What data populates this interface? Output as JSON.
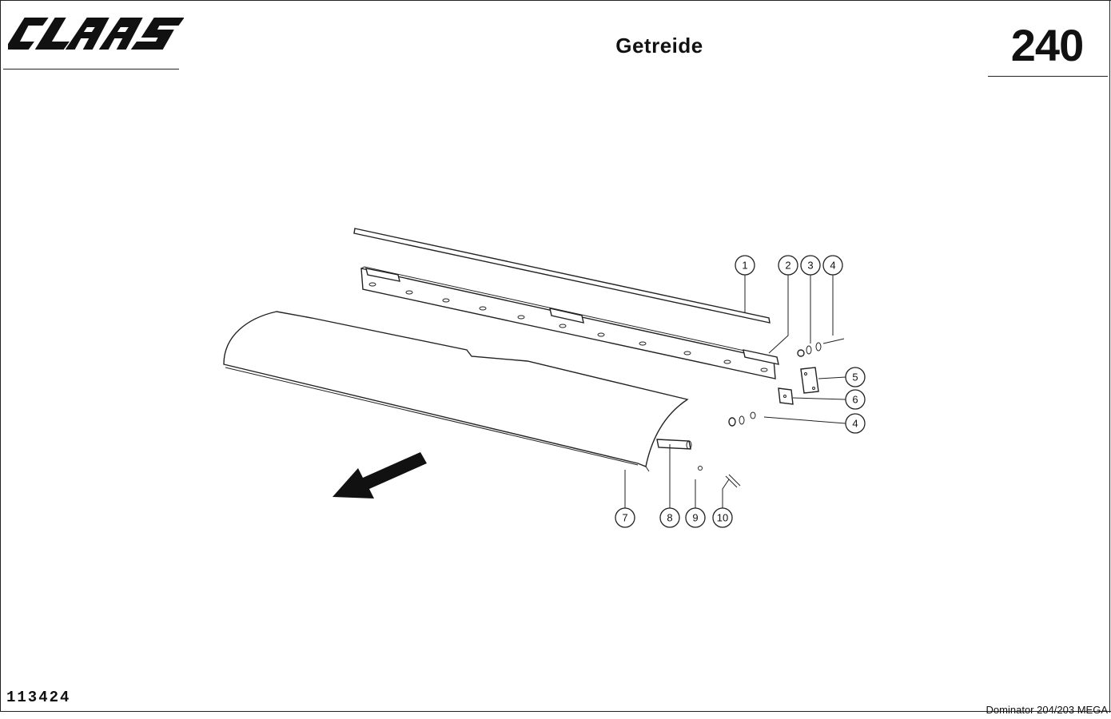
{
  "header": {
    "brand": "CLAAS",
    "title": "Getreide",
    "page_number": "240"
  },
  "footer": {
    "drawing_number": "113424",
    "model": "Dominator 204/203 MEGA"
  },
  "callouts": [
    "1",
    "2",
    "3",
    "4",
    "5",
    "6",
    "4",
    "7",
    "8",
    "9",
    "10"
  ]
}
